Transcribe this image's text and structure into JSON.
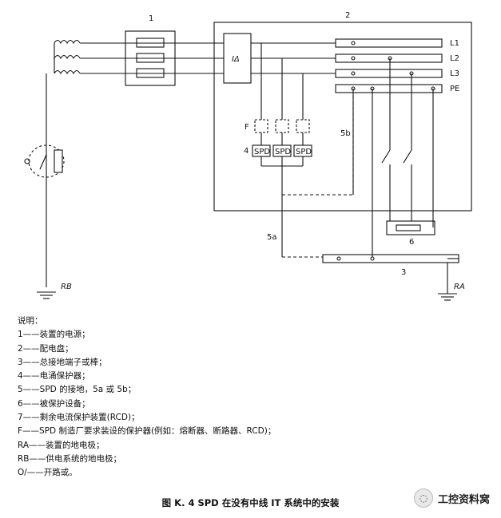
{
  "diagram": {
    "labels": {
      "n1": "1",
      "n2": "2",
      "n3": "3",
      "n4": "4",
      "n5a": "5a",
      "n5b": "5b",
      "n6": "6",
      "F": "F",
      "L1": "L1",
      "L2": "L2",
      "L3": "L3",
      "PE": "PE",
      "RA": "RA",
      "RB": "RB",
      "idelta": "IΔ",
      "spd": "SPD"
    }
  },
  "legend": {
    "title": "说明：",
    "items": [
      "1——装置的电源；",
      "2——配电盘；",
      "3——总接地端子或棒；",
      "4——电涌保护器；",
      "5——SPD 的接地，5a 或 5b；",
      "6——被保护设备；",
      "7——剩余电流保护装置(RCD)；",
      "F——SPD 制造厂要求装设的保护器(例如：熔断器、断路器、RCD)；",
      "RA——装置的地电极；",
      "RB——供电系统的地电极；",
      "O/——开路或。"
    ]
  },
  "caption": "图 K. 4    SPD 在没有中线 IT 系统中的安装",
  "watermark": {
    "icon": "wechat-icon",
    "text": "工控资料窝"
  }
}
